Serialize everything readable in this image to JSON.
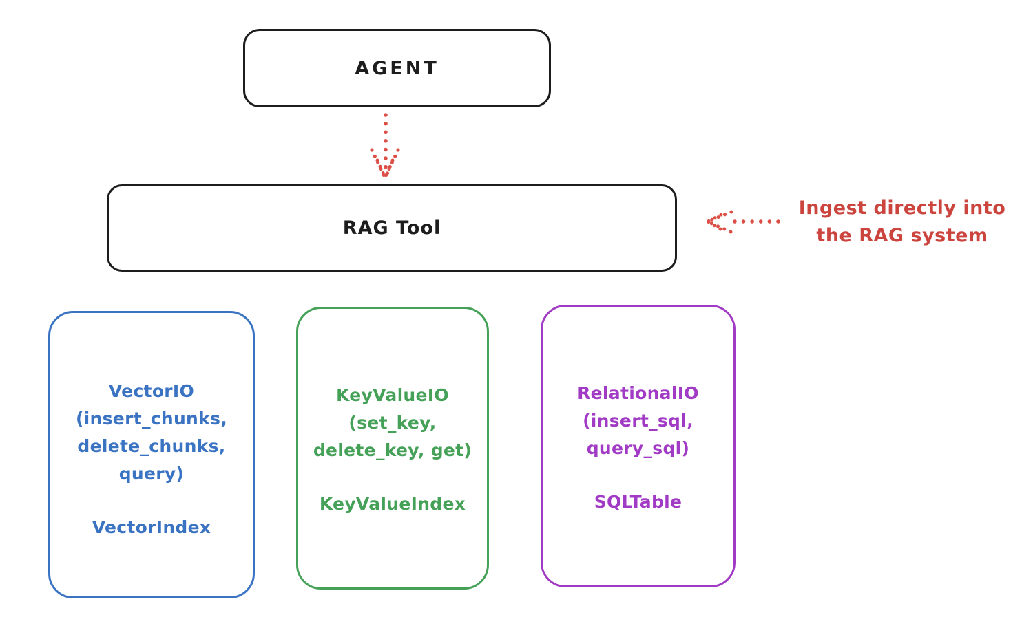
{
  "agent_box": {
    "label": "AGENT",
    "border_color": "#1d1d1d"
  },
  "rag_box": {
    "label": "RAG Tool",
    "border_color": "#1d1d1d"
  },
  "agent_to_rag_arrow": {
    "style": "dotted",
    "direction": "down",
    "color": "#dc4f47"
  },
  "ingest_annotation": {
    "line1": "Ingest directly into",
    "line2": "the RAG system",
    "color": "#cc443e",
    "arrow_style": "dotted",
    "arrow_direction": "left-toward-rag-tool"
  },
  "stores": [
    {
      "title": "VectorIO",
      "methods": [
        "(insert_chunks,",
        "delete_chunks,",
        "query)"
      ],
      "index": "VectorIndex",
      "color": "#3a73c2"
    },
    {
      "title": "KeyValueIO",
      "methods": [
        "(set_key,",
        "delete_key, get)"
      ],
      "index": "KeyValueIndex",
      "color": "#45a158"
    },
    {
      "title": "RelationalIO",
      "methods": [
        "(insert_sql,",
        "query_sql)"
      ],
      "index": "SQLTable",
      "color": "#a13ac4"
    }
  ]
}
